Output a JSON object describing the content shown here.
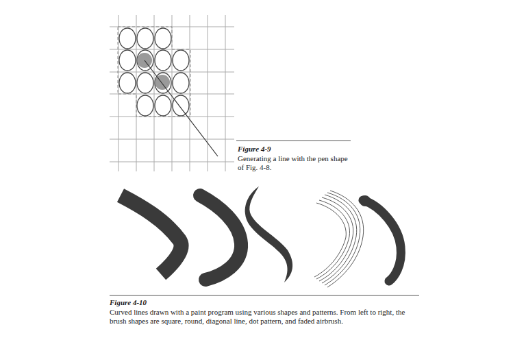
{
  "diagram": {
    "labels": [
      "Figure 4-9",
      "Generating a line with the pen shape of Fig. 4-8.",
      "Figure 4-10",
      "Curved lines drawn with a paint program using various shapes and patterns. From left to right, the brush shapes are square, round, diagonal line, dot pattern, and faded airbrush."
    ]
  }
}
